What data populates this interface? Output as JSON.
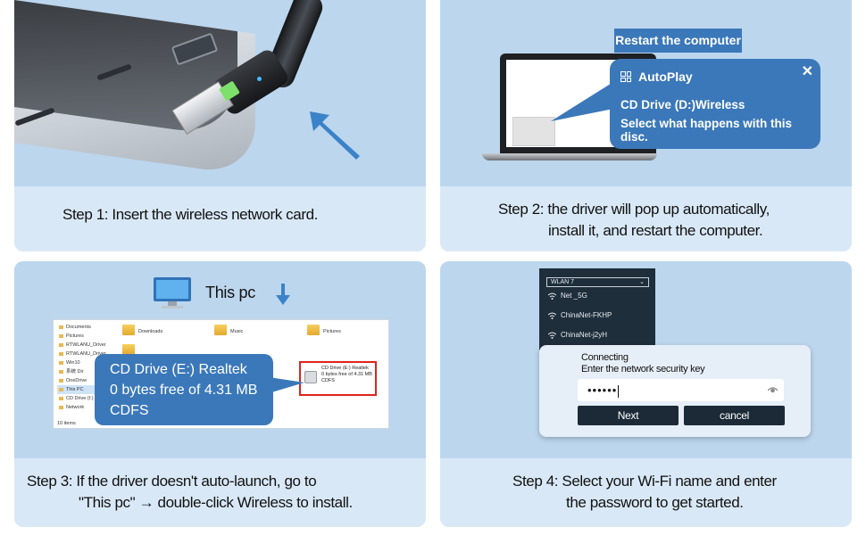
{
  "step1": {
    "caption": "Step 1: Insert the wireless network card."
  },
  "step2": {
    "restart_label": "Restart the computer",
    "autoplay_title": "AutoPlay",
    "autoplay_line1": "CD Drive (D:)Wireless",
    "autoplay_line2": "Select what happens with this disc.",
    "close_glyph": "✕",
    "caption_line1": "Step 2: the driver will pop up automatically,",
    "caption_line2": "install it, and restart the computer."
  },
  "step3": {
    "title": "This pc",
    "sidebar": [
      "Documents",
      "Pictures",
      "RTWLANU_Driver",
      "RTWLANU_Driver",
      "Win10",
      "系统 Dir",
      "OneDrive",
      "This PC",
      "CD Drive (I:)",
      "Network"
    ],
    "folders": [
      "Downloads",
      "Music",
      "Pictures"
    ],
    "small_drive_lines": [
      "CD Drive (E:) Realtek",
      "0 bytes free of 4.31 MB",
      "CDFS"
    ],
    "callout_line1": "CD Drive (E:) Realtek",
    "callout_line2": "0 bytes free of 4.31 MB",
    "callout_line3": "CDFS",
    "items_count": "10 items",
    "caption_line1": "Step 3: If the driver doesn't auto-launch, go to",
    "caption_line2": "\"This pc\" → double-click Wireless to install."
  },
  "step4": {
    "wlan_select": "WLAN 7",
    "networks": [
      "Net _5G",
      "ChinaNet-FKHP",
      "ChinaNet-j2yH"
    ],
    "connecting": "Connecting",
    "enter_key": "Enter the network security key",
    "password": "••••••",
    "next_label": "Next",
    "cancel_label": "cancel",
    "caption_line1": "Step 4:  Select your Wi-Fi name and enter",
    "caption_line2": "the password to get started."
  },
  "colors": {
    "visual_bg": "#bcd6ee",
    "caption_bg": "#d9e8f6",
    "callout_blue": "#3b78b9",
    "dark_button": "#1c2a38"
  }
}
